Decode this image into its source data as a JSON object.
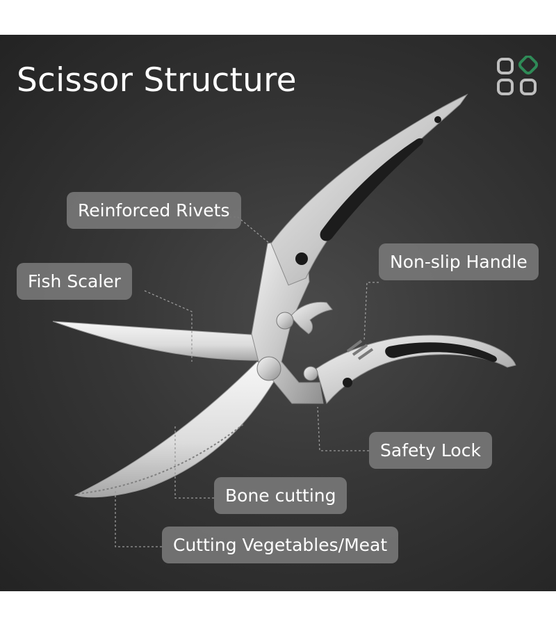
{
  "title": "Scissor Structure",
  "logo": "brand-logo-icon",
  "labels": {
    "reinforced_rivets": "Reinforced Rivets",
    "fish_scaler": "Fish Scaler",
    "non_slip_handle": "Non-slip Handle",
    "safety_lock": "Safety Lock",
    "bone_cutting": "Bone cutting",
    "cutting_veg_meat": "Cutting Vegetables/Meat"
  },
  "colors": {
    "background": "#2b2b2b",
    "label_bg": "#767676",
    "logo_accent": "#2f8a57",
    "steel": "#d8d8d8"
  }
}
